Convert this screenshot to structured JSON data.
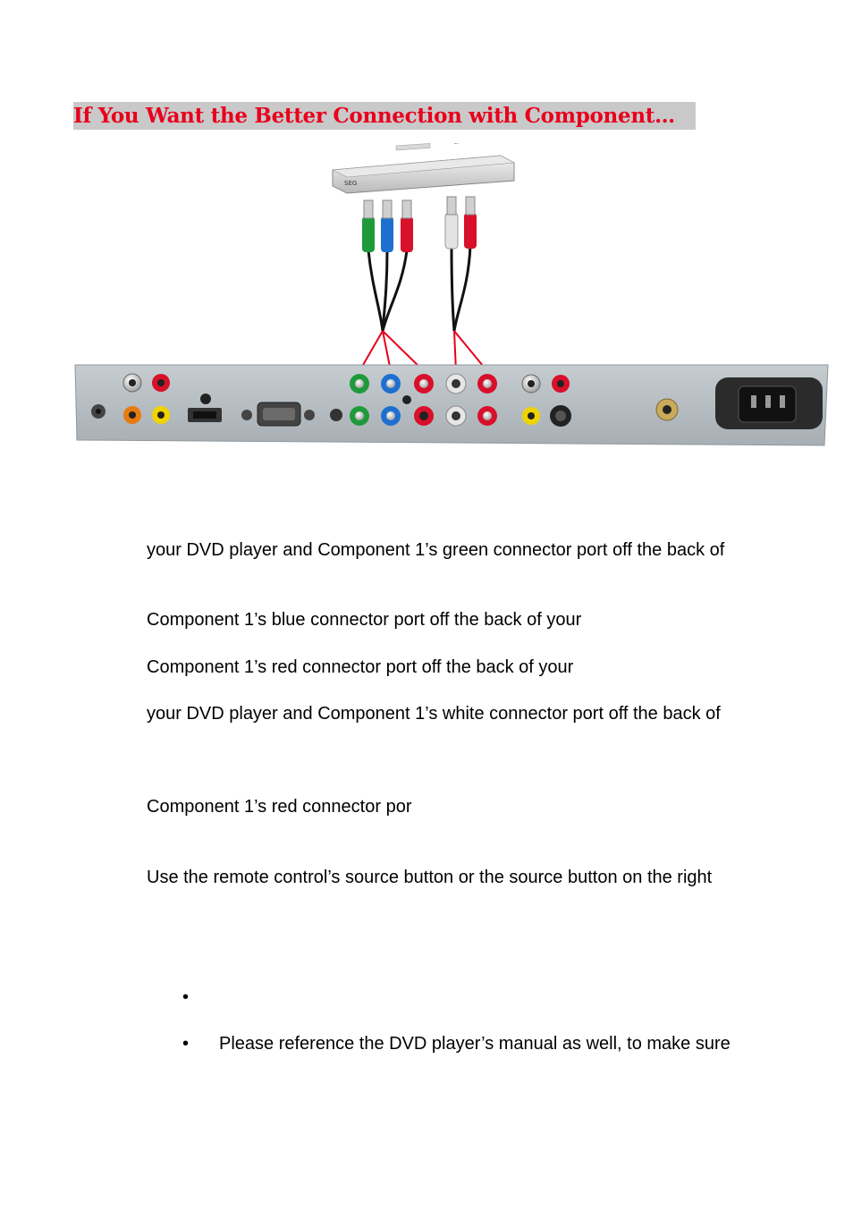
{
  "heading": "If You Want the Better Connection with Component…",
  "diagram": {
    "dvd_player_label": "SEG",
    "panel_color": "#b8bfc4",
    "connector_colors": {
      "green": "#1f9a3a",
      "blue": "#1f6fd0",
      "red": "#d8102a",
      "white": "#e6e6e6",
      "yellow": "#f0d400",
      "wire": "#e8001c"
    }
  },
  "body_lines": [
    "your DVD player and Component 1’s green connector port off the back of",
    "Component 1’s blue connector port off the back of your",
    "Component 1’s red connector port off the back of your",
    "your DVD player and Component 1’s white connector port off the back of",
    "Component 1’s red connector por",
    "Use the remote control’s source button or the source button on the right"
  ],
  "bullets": [
    "",
    "Please reference the DVD player’s manual as well, to make sure"
  ],
  "bullet_glyph": "•"
}
